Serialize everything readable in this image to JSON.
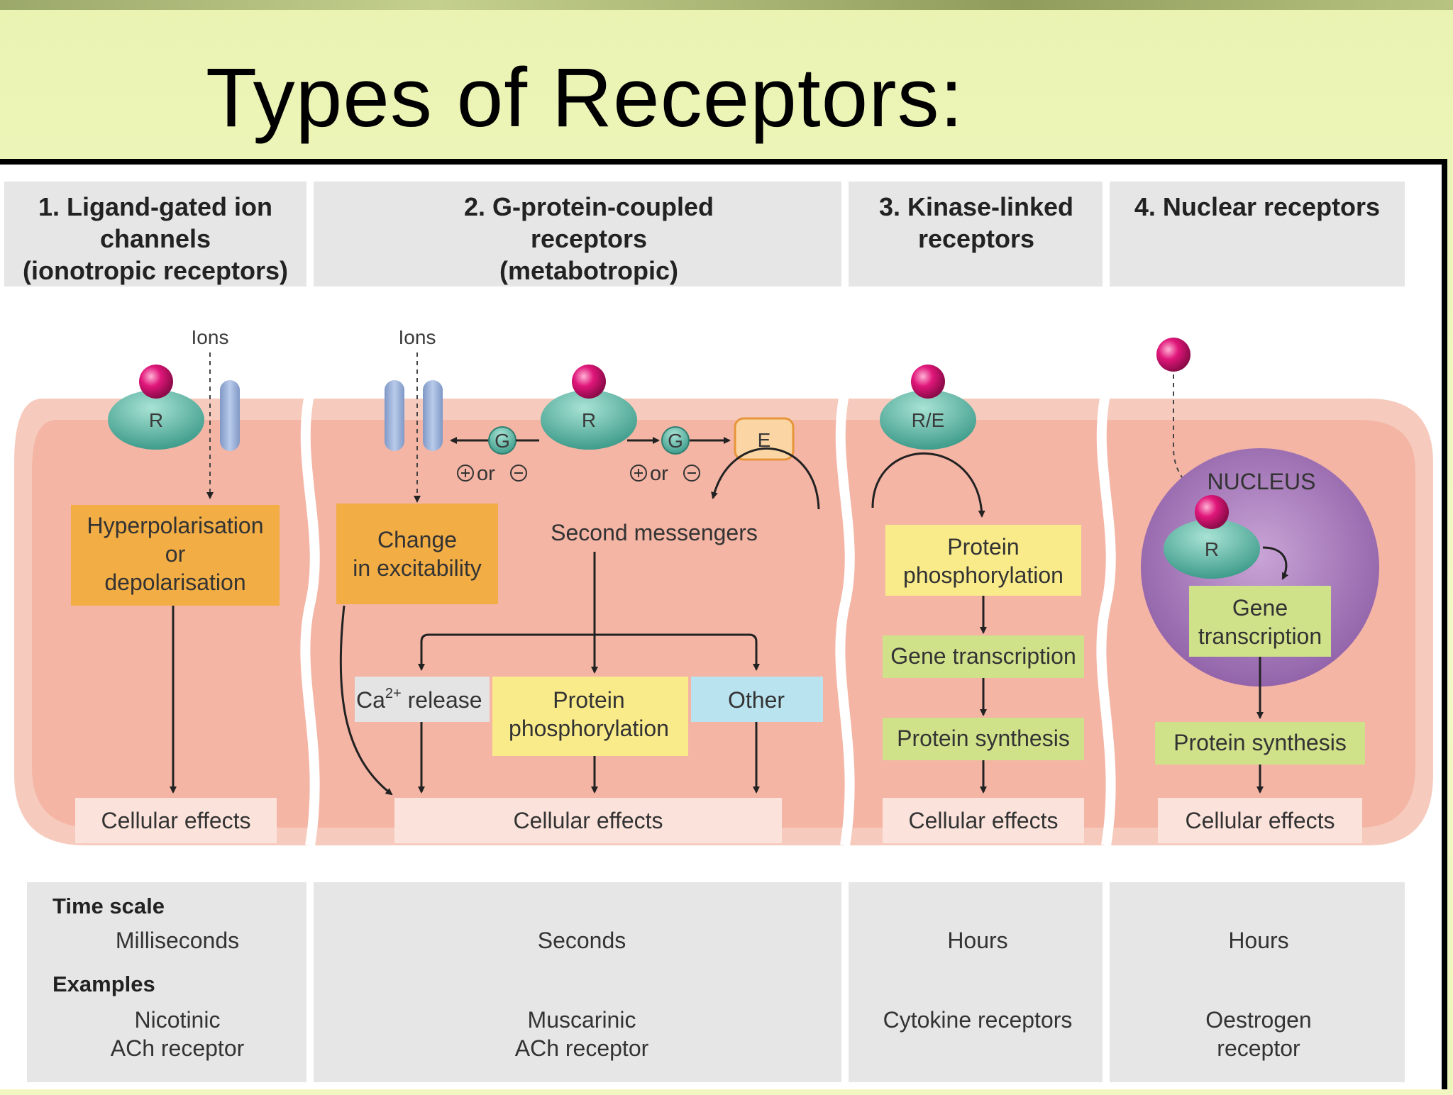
{
  "title": "Types of Receptors:",
  "columns": [
    {
      "header": [
        "1. Ligand-gated ion",
        "channels",
        "(ionotropic receptors)"
      ],
      "ion_label": "Ions",
      "receptor": "R",
      "effect_box": [
        "Hyperpolarisation",
        "or",
        "depolarisation"
      ],
      "cellular": "Cellular effects",
      "time_scale_heading": "Time scale",
      "time_scale": "Milliseconds",
      "examples_heading": "Examples",
      "examples": [
        "Nicotinic",
        "ACh receptor"
      ]
    },
    {
      "header": [
        "2. G-protein-coupled",
        "receptors",
        "(metabotropic)"
      ],
      "ion_label": "Ions",
      "receptor": "R",
      "g_protein": "G",
      "effector": "E",
      "modulation": "or",
      "effect_box": [
        "Change",
        "in excitability"
      ],
      "second_messengers": "Second messengers",
      "branches": {
        "ca_release_base": "Ca",
        "ca_release_sup": "2+",
        "ca_release_rest": " release",
        "protein_phos": [
          "Protein",
          "phosphorylation"
        ],
        "other": "Other"
      },
      "cellular": "Cellular effects",
      "time_scale": "Seconds",
      "examples": [
        "Muscarinic",
        "ACh receptor"
      ]
    },
    {
      "header": [
        "3. Kinase-linked",
        "receptors"
      ],
      "receptor": "R/E",
      "steps": [
        [
          "Protein",
          "phosphorylation"
        ],
        [
          "Gene transcription"
        ],
        [
          "Protein synthesis"
        ]
      ],
      "cellular": "Cellular effects",
      "time_scale": "Hours",
      "examples": [
        "Cytokine receptors"
      ]
    },
    {
      "header": [
        "4. Nuclear receptors"
      ],
      "nucleus_label": "NUCLEUS",
      "receptor": "R",
      "gene_box": [
        "Gene",
        "transcription"
      ],
      "protein_synthesis": "Protein synthesis",
      "cellular": "Cellular effects",
      "time_scale": "Hours",
      "examples": [
        "Oestrogen",
        "receptor"
      ]
    }
  ],
  "colors": {
    "membrane": "#f6c9bc",
    "cytoplasm": "#f4b6a6",
    "orange_box": "#f2ad45",
    "yellow_box": "#faeb8a",
    "green_box": "#cfe28a",
    "blue_box": "#b9e3ef",
    "grey_box": "#e4e4e4",
    "receptor": "#6fc1b0",
    "ligand": "#e0167a",
    "nucleus": "#a77ab8",
    "header_bg": "#e6e6e6"
  }
}
